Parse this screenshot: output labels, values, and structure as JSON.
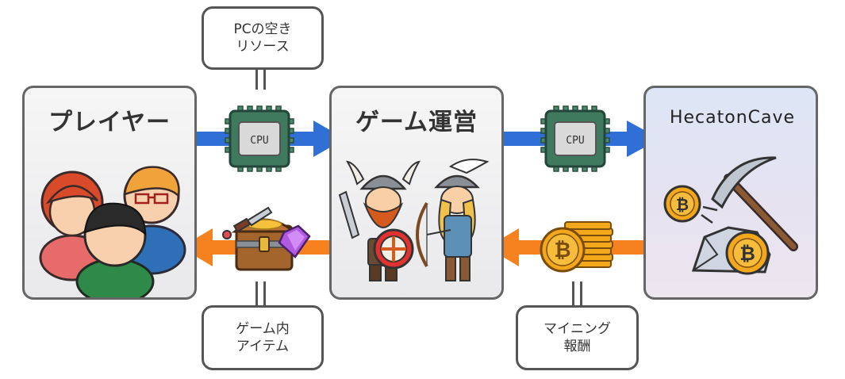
{
  "panels": {
    "player": {
      "title": "プレイヤー"
    },
    "game": {
      "title": "ゲーム運営"
    },
    "cave": {
      "logo": "HecatonCave"
    }
  },
  "callouts": {
    "resources": "PCの空き\nリソース",
    "items": "ゲーム内\nアイテム",
    "reward": "マイニング\n報酬"
  },
  "chips": {
    "label": "CPU"
  },
  "colors": {
    "flow_blue": "#2f6fd6",
    "flow_orange": "#f5821f",
    "chip_green": "#3f7a5e",
    "coin_gold": "#f3a81c",
    "panel_border": "#666666"
  },
  "icons": {
    "players": "people-group-icon",
    "warriors": "viking-warriors-icon",
    "mining": "bitcoin-pickaxe-icon",
    "treasure": "treasure-chest-icon",
    "coins": "bitcoin-coin-stack-icon",
    "chip": "cpu-chip-icon"
  }
}
